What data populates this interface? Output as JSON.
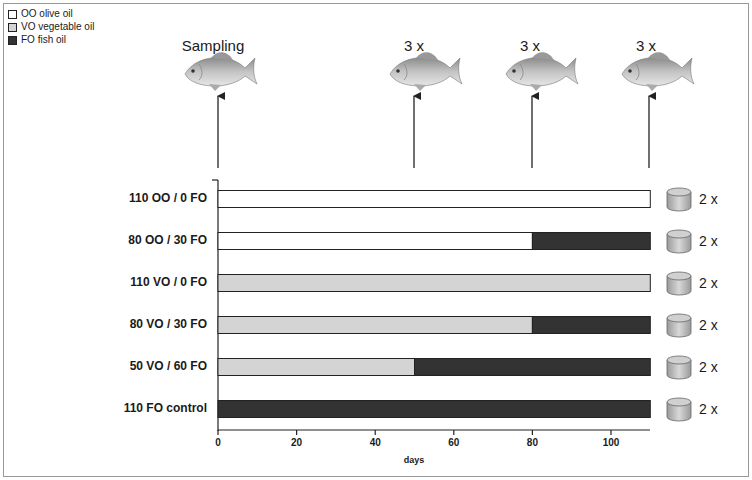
{
  "diagram": {
    "labels": [
      "Sampling",
      "3 x",
      "3 x",
      "3 x",
      "110 OO / 0 FO",
      "80 OO / 30 FO",
      "110 VO / 0 FO",
      "80 VO / 30 FO",
      "50 VO / 60 FO",
      "110 FO control",
      "2 x",
      "2 x",
      "2 x",
      "2 x",
      "2 x",
      "2 x",
      "0",
      "20",
      "40",
      "60",
      "80",
      "100",
      "days"
    ],
    "legend": [
      {
        "text": "OO olive oil",
        "color": "#ffffff"
      },
      {
        "text": "VO vegetable oil",
        "color": "#d4d4d4"
      },
      {
        "text": "FO fish oil",
        "color": "#333333"
      }
    ]
  }
}
